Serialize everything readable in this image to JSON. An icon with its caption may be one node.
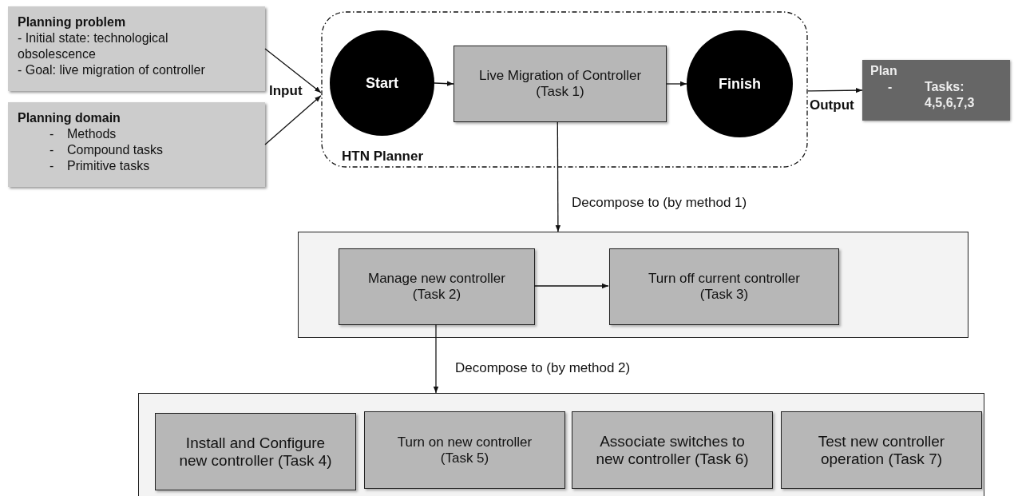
{
  "diagram": {
    "nodes": [
      {
        "text": [
          "Planning problem",
          "- Initial state: technological obsolescence",
          "- Goal: live migration of controller"
        ]
      },
      {
        "text": [
          "Planning domain",
          "- Methods",
          "- Compound tasks",
          "- Primitive tasks"
        ]
      },
      {
        "text": [
          "HTN Planner"
        ]
      },
      {
        "text": [
          "Start"
        ],
        "in": 2
      },
      {
        "text": [
          "Live Migration of Controller (Task 1)"
        ],
        "in": 2
      },
      {
        "text": [
          "Finish"
        ],
        "in": 2
      },
      {
        "text": [
          "Plan",
          "- Tasks: 4,5,6,7,3"
        ]
      },
      {
        "text": [],
        "shape": "box"
      },
      {
        "text": [
          "Manage new controller (Task 2)"
        ],
        "in": 7
      },
      {
        "text": [
          "Turn off current controller (Task 3)"
        ],
        "in": 7
      },
      {
        "text": [],
        "shape": "box"
      },
      {
        "text": [
          "Install and Configure new controller (Task 4)"
        ],
        "in": 10
      },
      {
        "text": [
          "Turn on new controller (Task 5)"
        ],
        "in": 10
      },
      {
        "text": [
          "Associate switches to new controller (Task 6)"
        ],
        "in": 10
      },
      {
        "text": [
          "Test new controller operation (Task 7)"
        ],
        "in": 10
      }
    ],
    "edges": [
      {
        "from": 0,
        "to": 2,
        "arrow": "to",
        "label": "Input"
      },
      {
        "from": 1,
        "to": 2,
        "arrow": "to"
      },
      {
        "from": 3,
        "to": 4,
        "arrow": "to"
      },
      {
        "from": 4,
        "to": 5,
        "arrow": "to"
      },
      {
        "from": 2,
        "to": 6,
        "arrow": "to",
        "label": "Output"
      },
      {
        "from": 4,
        "to": 7,
        "arrow": "to",
        "label": "Decompose to (by method 1)"
      },
      {
        "from": 8,
        "to": 9,
        "arrow": "to"
      },
      {
        "from": 8,
        "to": 10,
        "arrow": "to",
        "label": "Decompose to (by method 2)"
      }
    ]
  }
}
